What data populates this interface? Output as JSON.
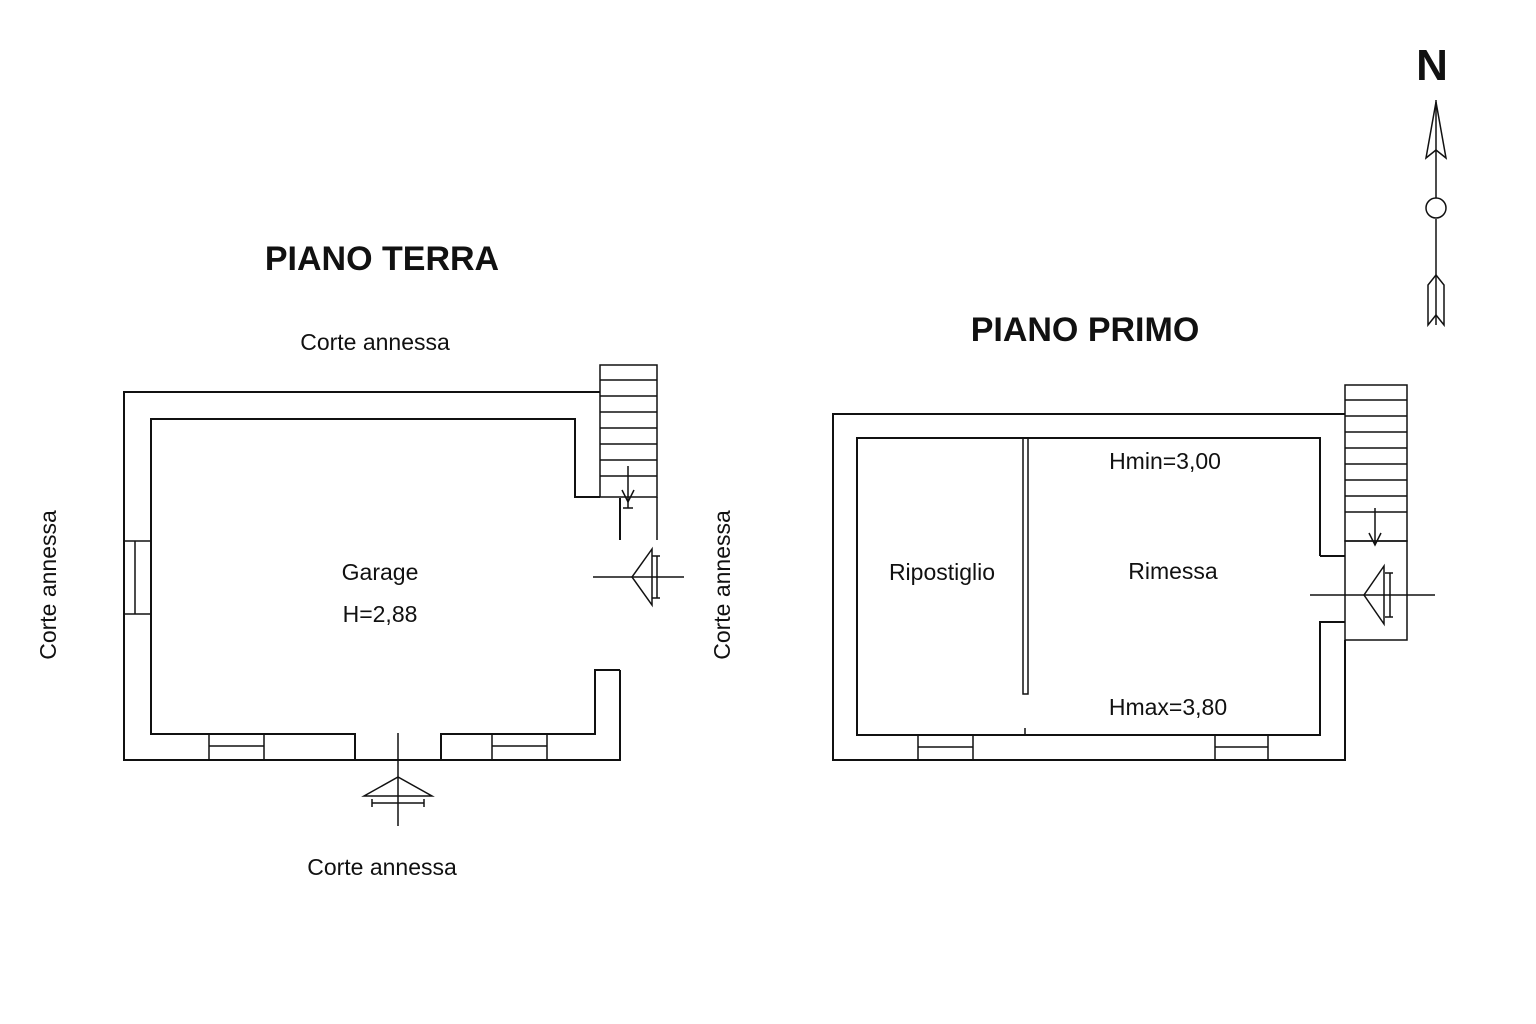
{
  "compass": {
    "north_label": "N"
  },
  "ground_floor": {
    "title": "PIANO TERRA",
    "surroundings": {
      "top": "Corte annessa",
      "left": "Corte annessa",
      "right": "Corte annessa",
      "bottom": "Corte annessa"
    },
    "room": {
      "name": "Garage",
      "height": "H=2,88"
    }
  },
  "first_floor": {
    "title": "PIANO PRIMO",
    "height_min": "Hmin=3,00",
    "height_max": "Hmax=3,80",
    "rooms": [
      {
        "name": "Ripostiglio"
      },
      {
        "name": "Rimessa"
      }
    ]
  }
}
